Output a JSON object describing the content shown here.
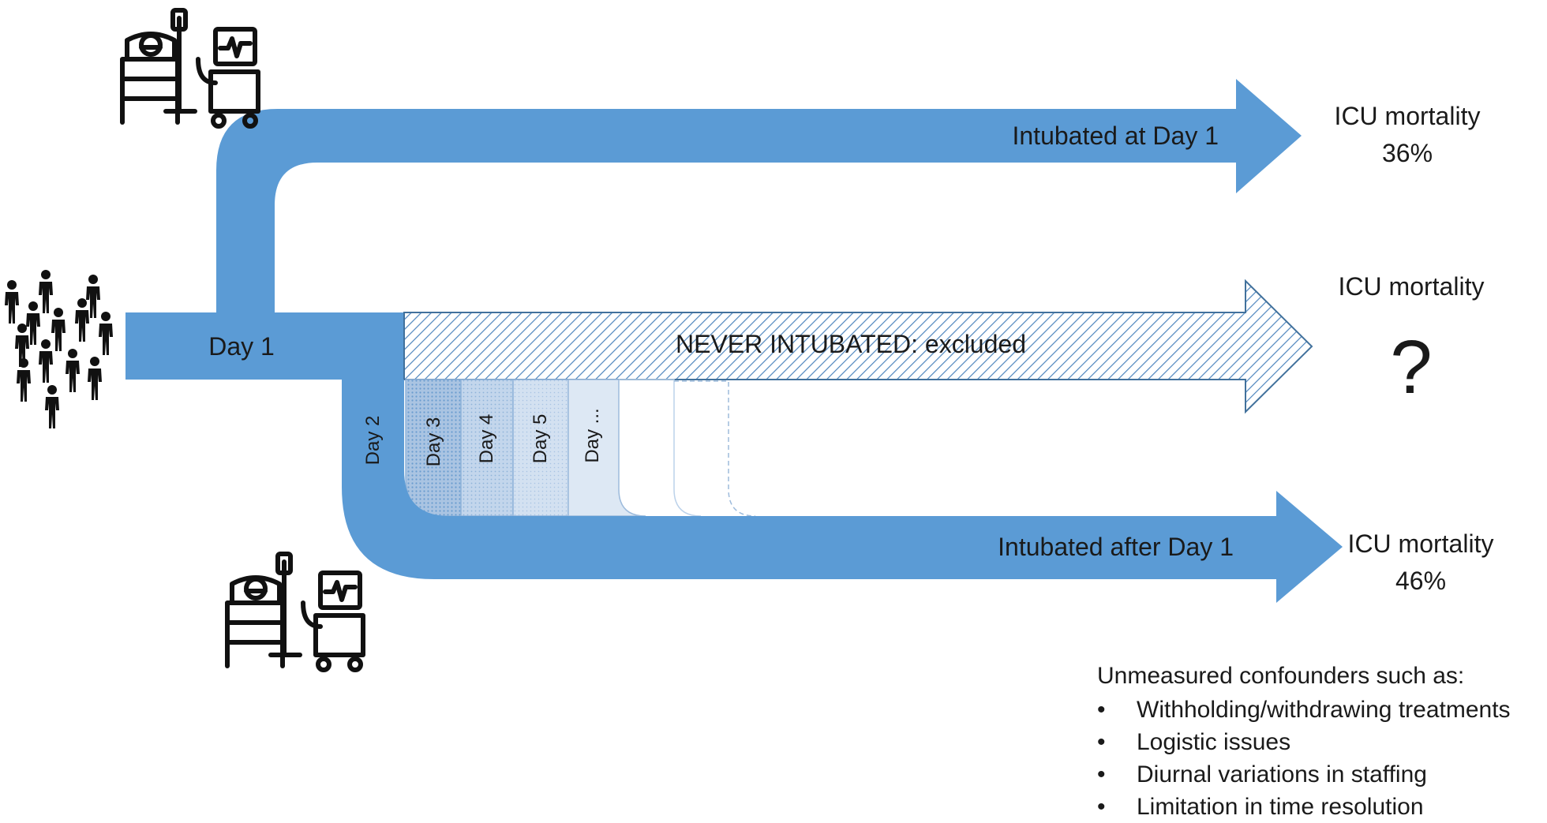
{
  "colors": {
    "arrow": "#5b9bd5",
    "arrow_edge": "#41719c",
    "text": "#1a1a1a"
  },
  "icons": {
    "people": "crowd-of-people-icon",
    "icu": "patient-bed-ventilator-icon"
  },
  "arrows": {
    "top_label": "Intubated at Day 1",
    "middle_label": "NEVER INTUBATED: excluded",
    "bottom_label": "Intubated after Day 1"
  },
  "day_labels": {
    "day1": "Day 1",
    "day2": "Day 2",
    "day3": "Day 3",
    "day4": "Day 4",
    "day5": "Day 5",
    "day_more": "Day ..."
  },
  "outcomes": {
    "top": {
      "label": "ICU mortality",
      "value": "36%"
    },
    "middle": {
      "label": "ICU mortality",
      "value": "?"
    },
    "bottom": {
      "label": "ICU mortality",
      "value": "46%"
    }
  },
  "confounders": {
    "heading": "Unmeasured confounders such as:",
    "items": [
      "Withholding/withdrawing treatments",
      "Logistic issues",
      "Diurnal variations in staffing",
      "Limitation in time resolution"
    ]
  }
}
